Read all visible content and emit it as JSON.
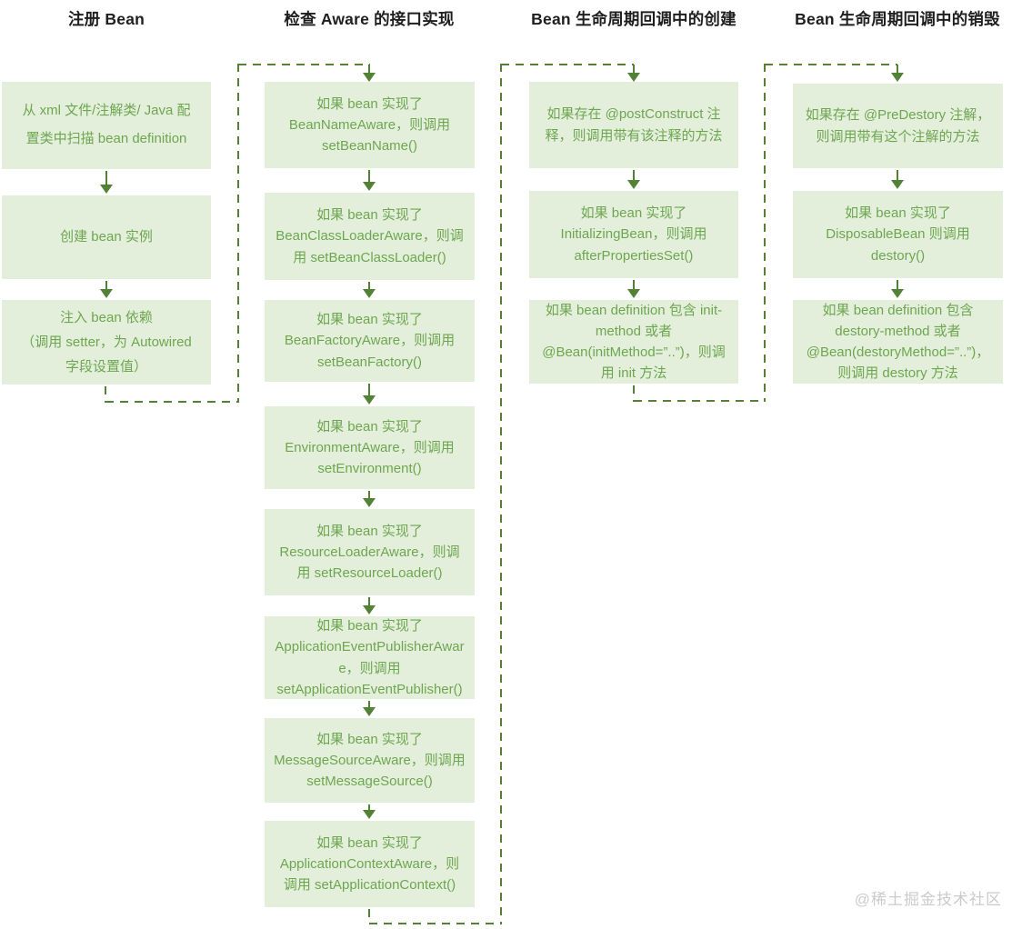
{
  "columns": [
    {
      "title": "注册 Bean",
      "boxes": [
        "从 xml 文件/注解类/ Java 配\n置类中扫描 bean definition",
        "创建 bean 实例",
        "注入 bean 依赖\n（调用 setter，为 Autowired\n字段设置值）"
      ]
    },
    {
      "title": "检查 Aware 的接口实现",
      "boxes": [
        "如果 bean 实现了\nBeanNameAware，则调用\nsetBeanName()",
        "如果 bean 实现了\nBeanClassLoaderAware，则调\n用 setBeanClassLoader()",
        "如果 bean 实现了\nBeanFactoryAware，则调用\nsetBeanFactory()",
        "如果 bean 实现了\nEnvironmentAware，则调用\nsetEnvironment()",
        "如果 bean 实现了\nResourceLoaderAware，则调\n用 setResourceLoader()",
        "如果 bean 实现了\nApplicationEventPublisherAwar\ne，则调用\nsetApplicationEventPublisher()",
        "如果 bean 实现了\nMessageSourceAware，则调用\nsetMessageSource()",
        "如果 bean 实现了\nApplicationContextAware，则\n调用 setApplicationContext()"
      ]
    },
    {
      "title": "Bean 生命周期回调中的创建",
      "boxes": [
        "如果存在 @postConstruct 注\n释，则调用带有该注释的方法",
        "如果 bean 实现了\nInitializingBean，则调用\nafterPropertiesSet()",
        "如果 bean definition 包含 init-\nmethod 或者\n@Bean(initMethod=”..”)，则调\n用 init 方法"
      ]
    },
    {
      "title": "Bean 生命周期回调中的销毁",
      "boxes": [
        "如果存在 @PreDestory 注解，\n则调用带有这个注解的方法",
        "如果 bean 实现了\nDisposableBean 则调用\ndestory()",
        "如果 bean definition 包含\ndestory-method 或者\n@Bean(destoryMethod=”..”)，\n则调用 destory 方法"
      ]
    }
  ],
  "watermark": "@稀土掘金技术社区",
  "colors": {
    "box-bg": "#e3efdb",
    "text-green": "#6ea650",
    "line-green": "#538135",
    "title-color": "#1f1f1f",
    "watermark": "#cbcbcb"
  }
}
